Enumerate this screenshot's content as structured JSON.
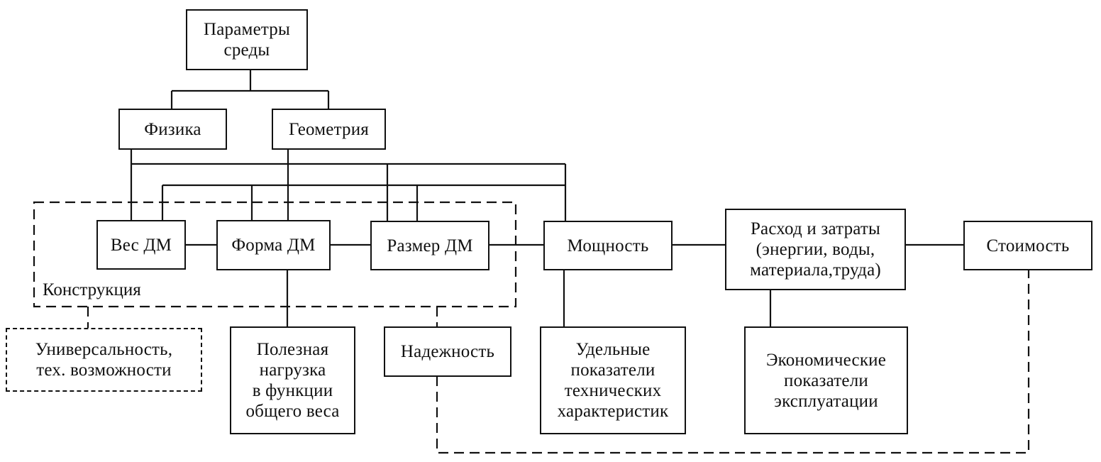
{
  "diagram": {
    "stroke_color": "#111111",
    "background_color": "#ffffff",
    "nodes": {
      "env": "Параметры\nсреды",
      "physics": "Физика",
      "geometry": "Геометрия",
      "weight": "Вес ДМ",
      "shape": "Форма ДМ",
      "size": "Размер ДМ",
      "power": "Мощность",
      "consumption": "Расход и затраты\n(энергии,   воды,\nматериала,труда)",
      "cost": "Стоимость",
      "universality": "Универсальность,\nтех. возможности",
      "payload": "Полезная\nнагрузка\nв функции\nобщего веса",
      "reliability": "Надежность",
      "specific": "Удельные\nпоказатели\nтехнических\nхарактеристик",
      "economic": "Экономические\nпоказатели\nэксплуатации"
    },
    "group_label": "Конструкция",
    "connections": [
      {
        "from": "env",
        "to": "physics",
        "style": "solid"
      },
      {
        "from": "env",
        "to": "geometry",
        "style": "solid"
      },
      {
        "from": "physics",
        "to": "weight",
        "style": "solid"
      },
      {
        "from": "physics",
        "to": "size",
        "style": "solid"
      },
      {
        "from": "physics",
        "to": "power",
        "style": "solid"
      },
      {
        "from": "geometry",
        "to": "shape",
        "style": "solid"
      },
      {
        "from": "weight",
        "to": "power",
        "style": "solid"
      },
      {
        "from": "shape",
        "to": "power",
        "style": "solid"
      },
      {
        "from": "size",
        "to": "power",
        "style": "solid"
      },
      {
        "from": "weight",
        "to": "shape",
        "style": "solid"
      },
      {
        "from": "shape",
        "to": "size",
        "style": "solid"
      },
      {
        "from": "size",
        "to": "power",
        "style": "solid"
      },
      {
        "from": "power",
        "to": "consumption",
        "style": "solid"
      },
      {
        "from": "consumption",
        "to": "cost",
        "style": "solid"
      },
      {
        "from": "shape",
        "to": "payload",
        "style": "solid"
      },
      {
        "from": "power",
        "to": "specific",
        "style": "solid"
      },
      {
        "from": "consumption",
        "to": "economic",
        "style": "solid"
      },
      {
        "from": "construction",
        "to": "universality",
        "style": "dashed"
      },
      {
        "from": "construction",
        "to": "reliability",
        "style": "dashed"
      },
      {
        "from": "reliability",
        "to": "cost",
        "style": "dashed"
      }
    ]
  }
}
